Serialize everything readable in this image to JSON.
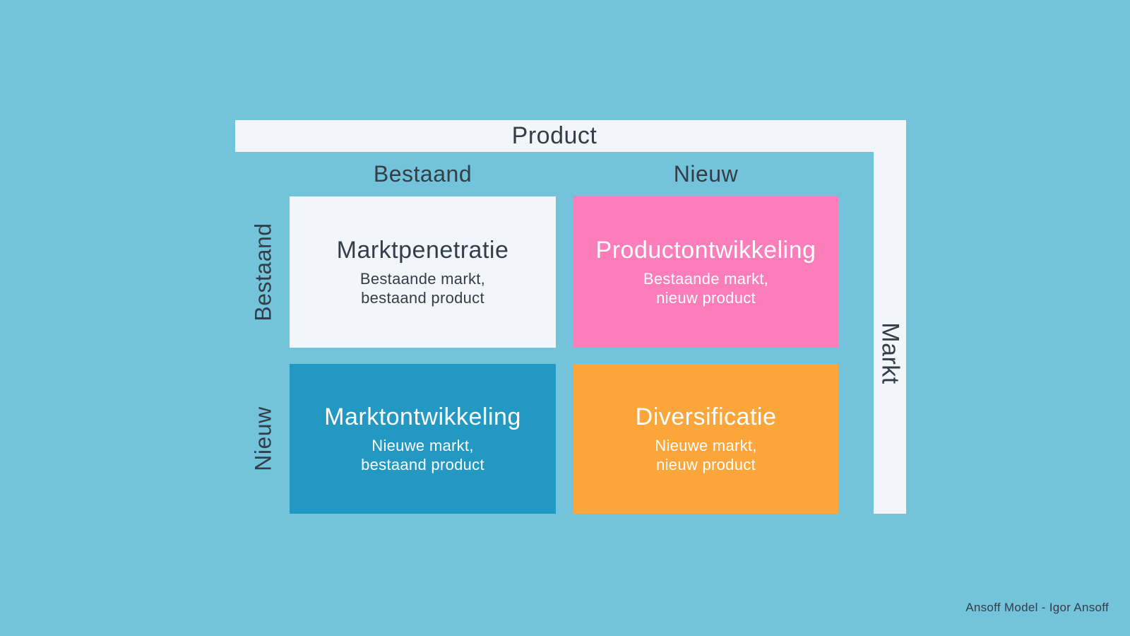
{
  "canvas": {
    "background_color": "#73C4DA",
    "panel_color": "#F2F6FA",
    "dark_text_color": "#333E48",
    "light_text_color": "#FFFFFF"
  },
  "matrix": {
    "product_axis_label": "Product",
    "market_axis_label": "Markt",
    "columns": [
      "Bestaand",
      "Nieuw"
    ],
    "rows": [
      "Bestaand",
      "Nieuw"
    ],
    "quadrants": [
      {
        "title": "Marktpenetratie",
        "subtitle_line1": "Bestaande markt,",
        "subtitle_line2": "bestaand product",
        "bg": "#F2F6FA",
        "text": "#333E48"
      },
      {
        "title": "Productontwikkeling",
        "subtitle_line1": "Bestaande markt,",
        "subtitle_line2": "nieuw product",
        "bg": "#FB7DBA",
        "text": "#FFFFFF"
      },
      {
        "title": "Marktontwikkeling",
        "subtitle_line1": "Nieuwe markt,",
        "subtitle_line2": "bestaand product",
        "bg": "#2298C3",
        "text": "#FFFFFF"
      },
      {
        "title": "Diversificatie",
        "subtitle_line1": "Nieuwe markt,",
        "subtitle_line2": "nieuw product",
        "bg": "#FBA53A",
        "text": "#FFFFFF"
      }
    ]
  },
  "footer": {
    "credit": "Ansoff Model - Igor Ansoff"
  }
}
